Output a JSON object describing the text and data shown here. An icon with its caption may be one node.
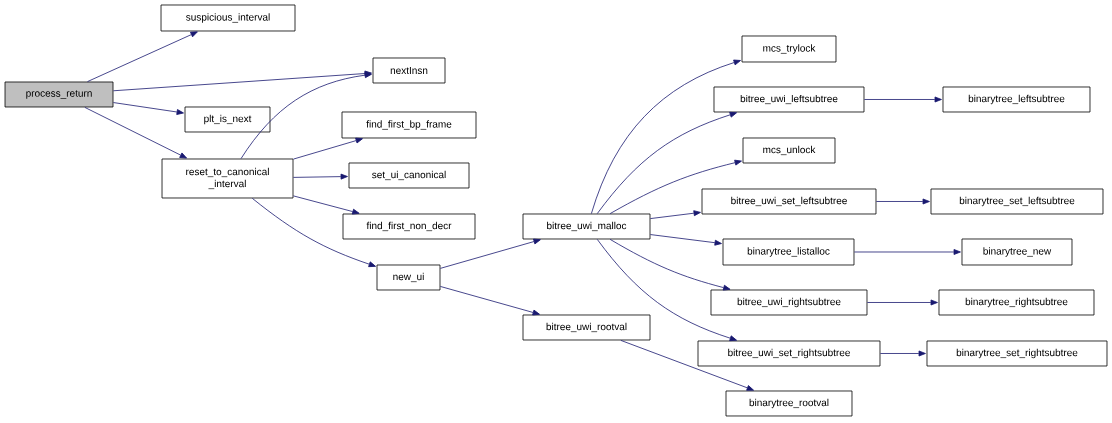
{
  "diagram": {
    "nodes": [
      {
        "text": [
          "process_return"
        ]
      },
      {
        "text": [
          "suspicious_interval"
        ]
      },
      {
        "text": [
          "nextInsn"
        ]
      },
      {
        "text": [
          "plt_is_next"
        ]
      },
      {
        "text": [
          "reset_to_canonical _interval"
        ]
      },
      {
        "text": [
          "find_first_bp_frame"
        ]
      },
      {
        "text": [
          "set_ui_canonical"
        ]
      },
      {
        "text": [
          "find_first_non_decr"
        ]
      },
      {
        "text": [
          "new_ui"
        ]
      },
      {
        "text": [
          "bitree_uwi_malloc"
        ]
      },
      {
        "text": [
          "bitree_uwi_rootval"
        ]
      },
      {
        "text": [
          "mcs_trylock"
        ]
      },
      {
        "text": [
          "bitree_uwi_leftsubtree"
        ]
      },
      {
        "text": [
          "mcs_unlock"
        ]
      },
      {
        "text": [
          "bitree_uwi_set_leftsubtree"
        ]
      },
      {
        "text": [
          "binarytree_listalloc"
        ]
      },
      {
        "text": [
          "bitree_uwi_rightsubtree"
        ]
      },
      {
        "text": [
          "bitree_uwi_set_rightsubtree"
        ]
      },
      {
        "text": [
          "binarytree_rootval"
        ]
      },
      {
        "text": [
          "binarytree_leftsubtree"
        ]
      },
      {
        "text": [
          "binarytree_set_leftsubtree"
        ]
      },
      {
        "text": [
          "binarytree_new"
        ]
      },
      {
        "text": [
          "binarytree_rightsubtree"
        ]
      },
      {
        "text": [
          "binarytree_set_rightsubtree"
        ]
      }
    ],
    "edges": [
      {
        "from": 0,
        "to": 1,
        "arrow": "to"
      },
      {
        "from": 0,
        "to": 2,
        "arrow": "to"
      },
      {
        "from": 0,
        "to": 3,
        "arrow": "to"
      },
      {
        "from": 0,
        "to": 4,
        "arrow": "to"
      },
      {
        "from": 4,
        "to": 2,
        "arrow": "to"
      },
      {
        "from": 4,
        "to": 5,
        "arrow": "to"
      },
      {
        "from": 4,
        "to": 6,
        "arrow": "to"
      },
      {
        "from": 4,
        "to": 7,
        "arrow": "to"
      },
      {
        "from": 4,
        "to": 8,
        "arrow": "to"
      },
      {
        "from": 8,
        "to": 9,
        "arrow": "to"
      },
      {
        "from": 8,
        "to": 10,
        "arrow": "to"
      },
      {
        "from": 9,
        "to": 11,
        "arrow": "to"
      },
      {
        "from": 9,
        "to": 12,
        "arrow": "to"
      },
      {
        "from": 9,
        "to": 13,
        "arrow": "to"
      },
      {
        "from": 9,
        "to": 14,
        "arrow": "to"
      },
      {
        "from": 9,
        "to": 15,
        "arrow": "to"
      },
      {
        "from": 9,
        "to": 16,
        "arrow": "to"
      },
      {
        "from": 9,
        "to": 17,
        "arrow": "to"
      },
      {
        "from": 10,
        "to": 18,
        "arrow": "to"
      },
      {
        "from": 12,
        "to": 19,
        "arrow": "to"
      },
      {
        "from": 14,
        "to": 20,
        "arrow": "to"
      },
      {
        "from": 15,
        "to": 21,
        "arrow": "to"
      },
      {
        "from": 16,
        "to": 22,
        "arrow": "to"
      },
      {
        "from": 17,
        "to": 23,
        "arrow": "to"
      }
    ]
  }
}
